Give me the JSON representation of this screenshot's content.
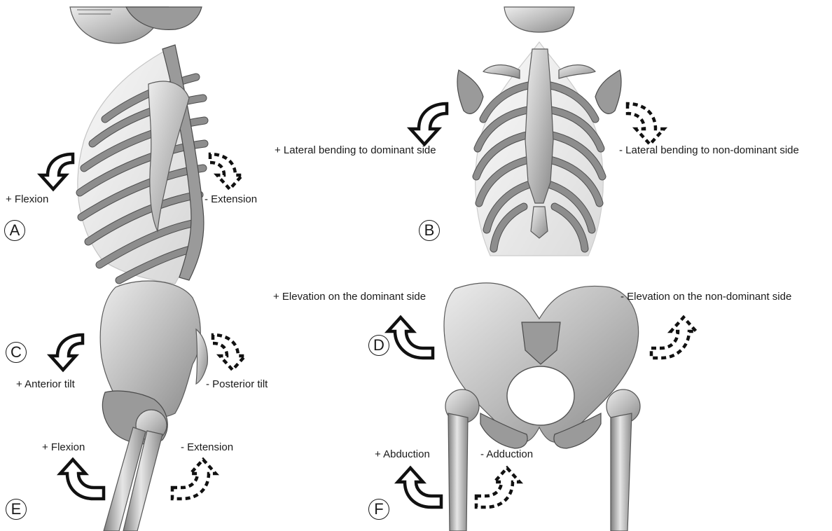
{
  "labels": {
    "a_flexion": "+ Flexion",
    "a_extension": "- Extension",
    "b_lateral_dominant": "+ Lateral bending to dominant side",
    "b_lateral_nondominant": "- Lateral bending to non-dominant side",
    "c_anterior_tilt": "+ Anterior tilt",
    "c_posterior_tilt": "- Posterior tilt",
    "d_elevation_dominant": "+ Elevation on the dominant side",
    "d_elevation_nondominant": "- Elevation on the non-dominant side",
    "e_flexion": "+ Flexion",
    "e_extension": "- Extension",
    "f_abduction_pos": "+ Abduction",
    "f_abduction_neg": "- Adduction"
  },
  "panels": {
    "a": "A",
    "b": "B",
    "c": "C",
    "d": "D",
    "e": "E",
    "f": "F"
  }
}
